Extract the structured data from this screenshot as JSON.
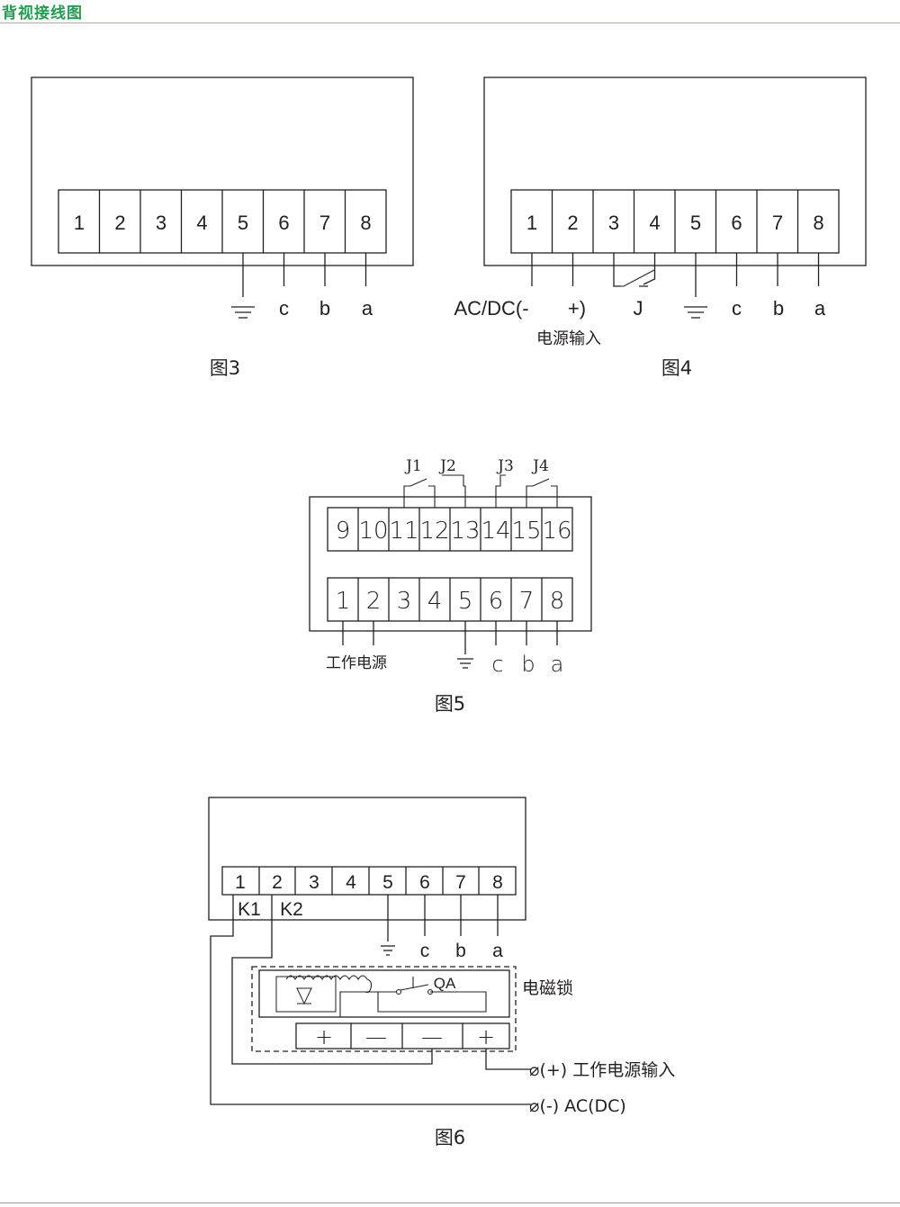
{
  "header": {
    "title": "背视接线图"
  },
  "figures": {
    "fig3": {
      "caption": "图3",
      "terminals": [
        "1",
        "2",
        "3",
        "4",
        "5",
        "6",
        "7",
        "8"
      ],
      "labels": {
        "c": "c",
        "b": "b",
        "a": "a"
      }
    },
    "fig4": {
      "caption": "图4",
      "terminals": [
        "1",
        "2",
        "3",
        "4",
        "5",
        "6",
        "7",
        "8"
      ],
      "labels": {
        "ac_dc": "AC/DC(-",
        "plus": "+)",
        "j": "J",
        "c": "c",
        "b": "b",
        "a": "a"
      },
      "power_input": "电源输入"
    },
    "fig5": {
      "caption": "图5",
      "top_terminals": [
        "9",
        "10",
        "11",
        "12",
        "13",
        "14",
        "15",
        "16"
      ],
      "bottom_terminals": [
        "1",
        "2",
        "3",
        "4",
        "5",
        "6",
        "7",
        "8"
      ],
      "relays": [
        "J1",
        "J2",
        "J3",
        "J4"
      ],
      "labels": {
        "work_power": "工作电源",
        "c": "c",
        "b": "b",
        "a": "a"
      }
    },
    "fig6": {
      "caption": "图6",
      "terminals": [
        "1",
        "2",
        "3",
        "4",
        "5",
        "6",
        "7",
        "8"
      ],
      "k1": "K1",
      "k2": "K2",
      "labels": {
        "c": "c",
        "b": "b",
        "a": "a"
      },
      "qa": "QA",
      "lock": "电磁锁",
      "plus_sign": "+",
      "minus_sign": "—",
      "power_plus": "⌀(+) 工作电源输入",
      "power_minus": "⌀(-) AC(DC)"
    }
  }
}
